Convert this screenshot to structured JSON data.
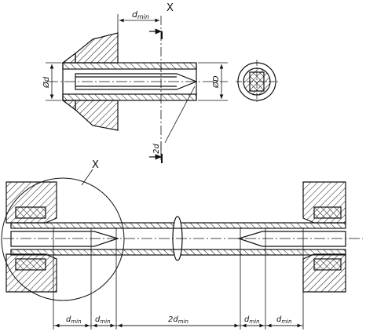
{
  "top_view": {
    "section_mark": "X",
    "dim_top": {
      "main": "d",
      "sub": "min"
    },
    "dim_left": "Ød",
    "dim_right": "ØD",
    "dim_bottom": "2d"
  },
  "bottom_view": {
    "detail_mark": "X",
    "dims": [
      {
        "main": "d",
        "sub": "min"
      },
      {
        "main": "d",
        "sub": "min"
      },
      {
        "main": "2d",
        "sub": "min"
      },
      {
        "main": "d",
        "sub": "min"
      },
      {
        "main": "d",
        "sub": "min"
      }
    ]
  }
}
